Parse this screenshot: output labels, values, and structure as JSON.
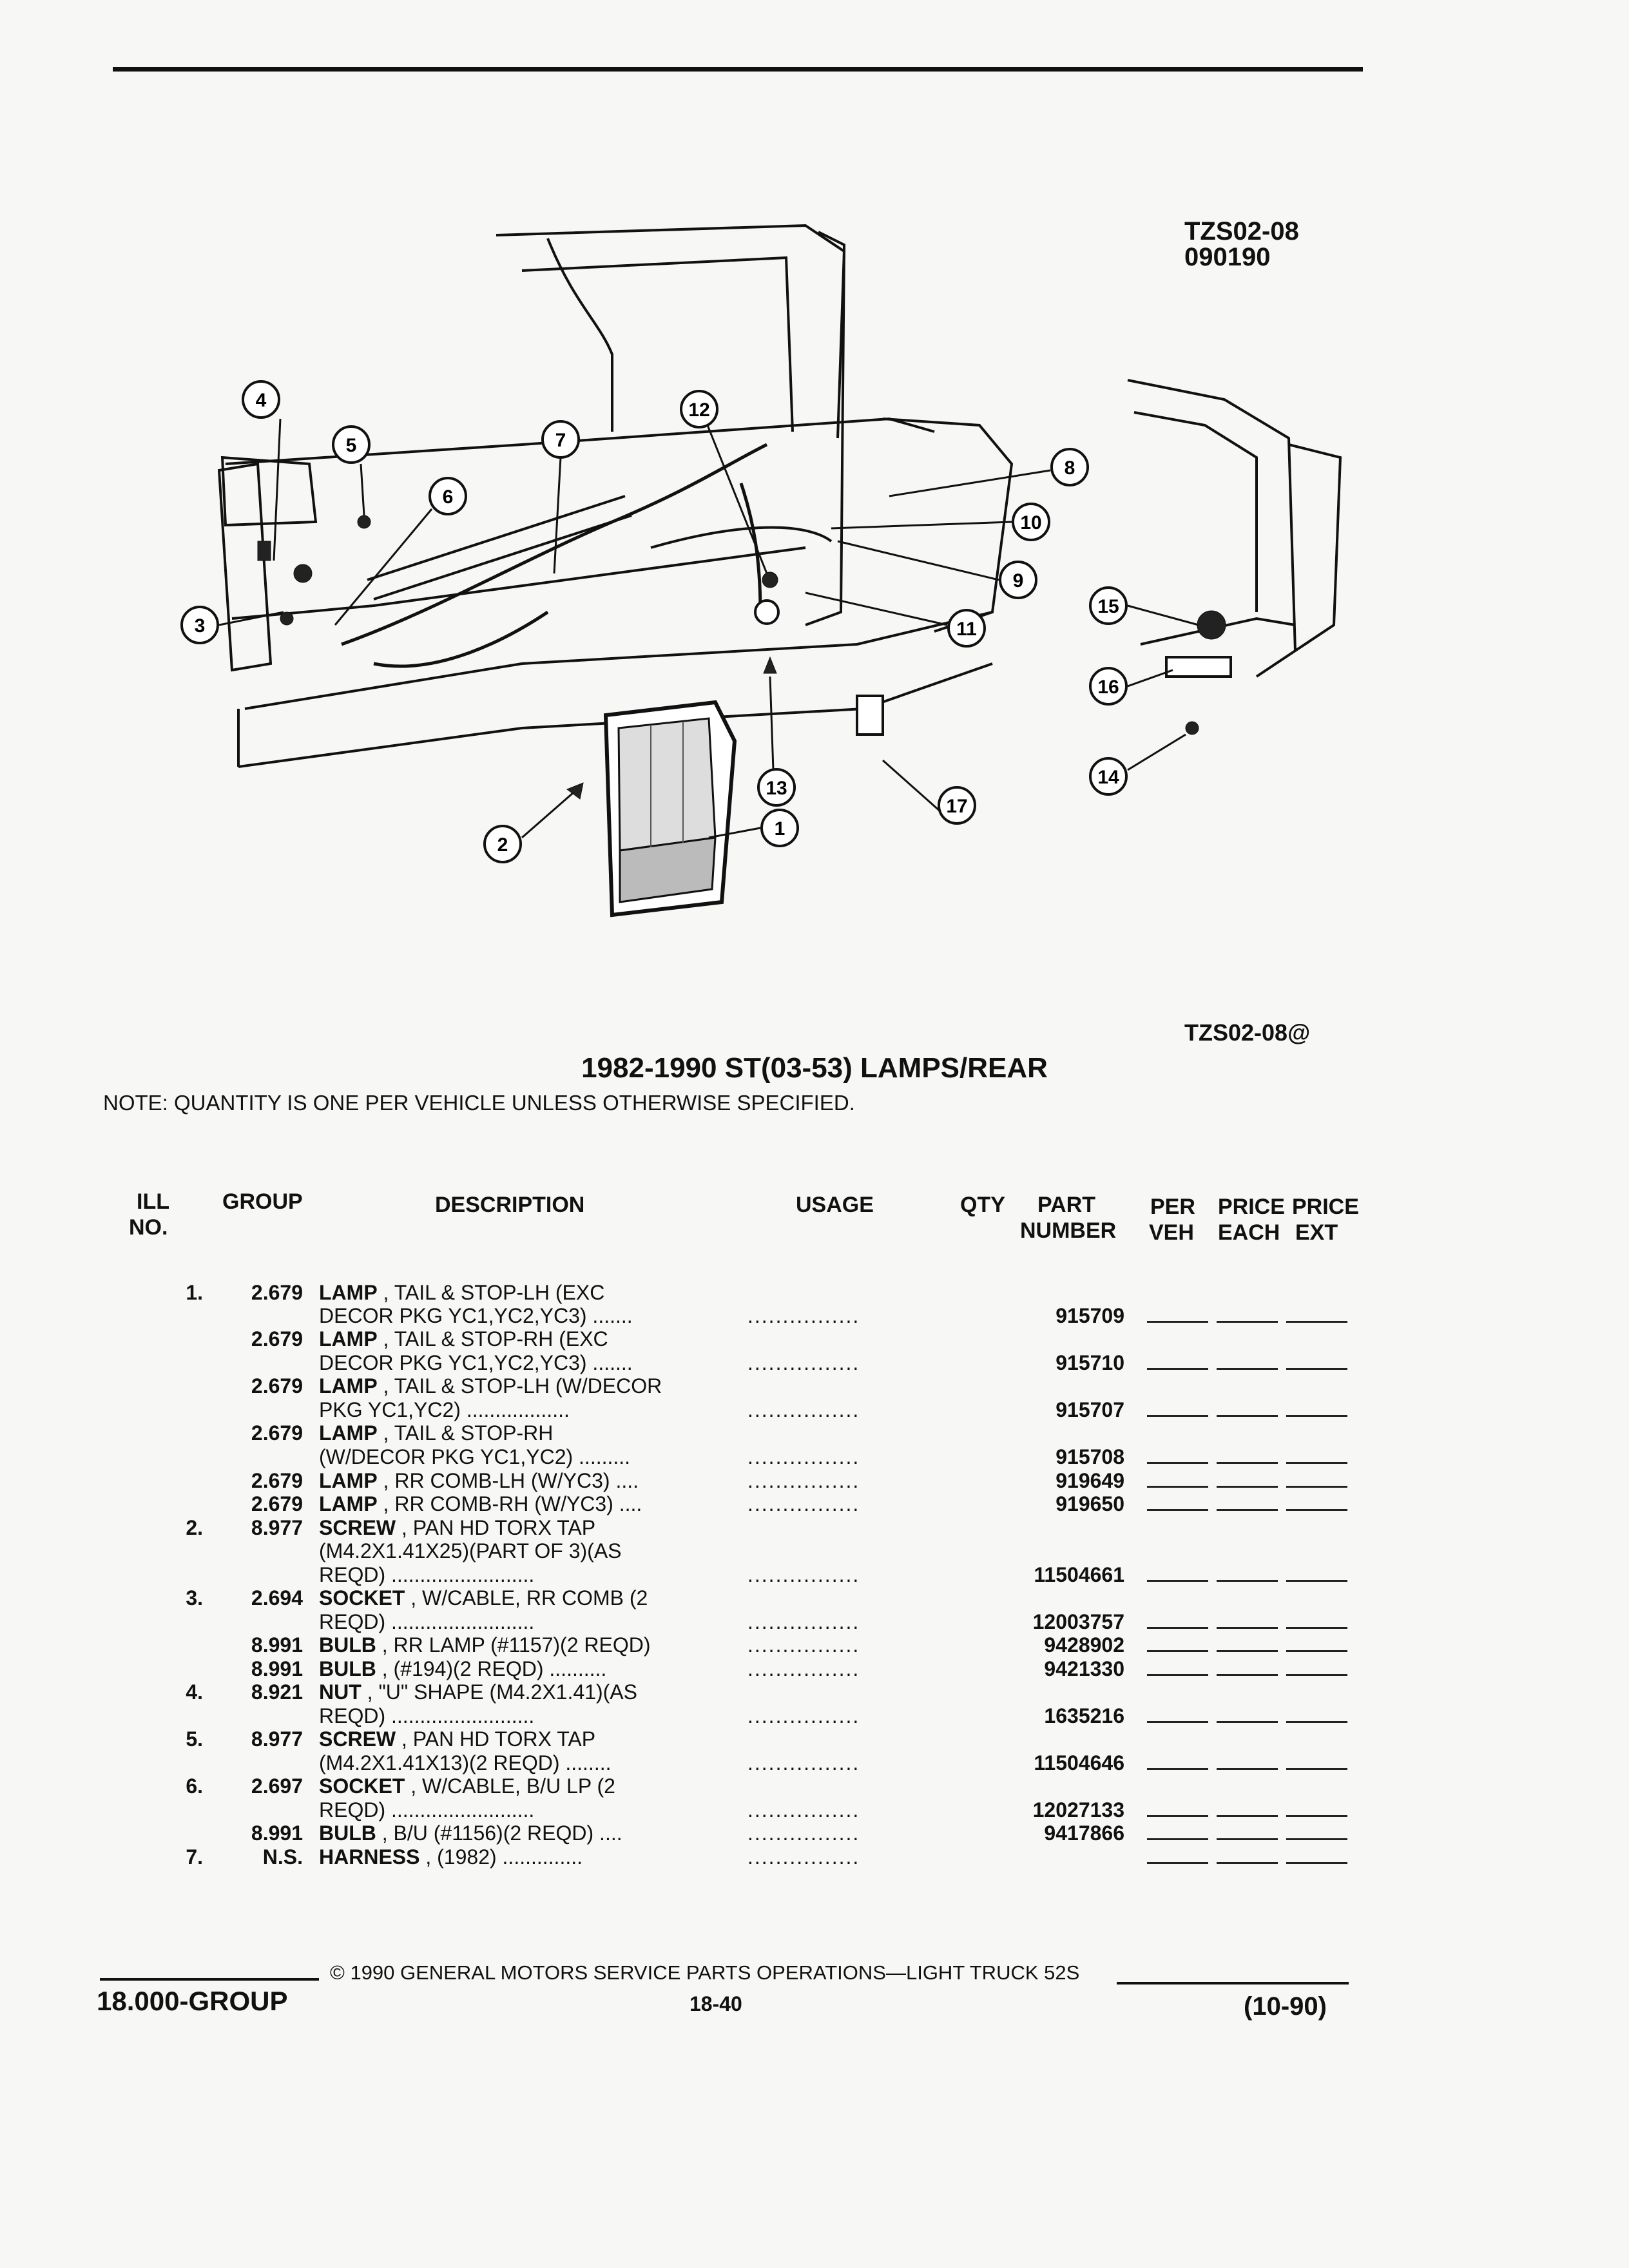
{
  "header": {
    "drawing_code": "TZS02-08",
    "drawing_date": "090190",
    "figure_code": "TZS02-08@"
  },
  "diagram": {
    "callouts": [
      "1",
      "2",
      "3",
      "4",
      "5",
      "6",
      "7",
      "8",
      "9",
      "10",
      "11",
      "12",
      "13",
      "14",
      "15",
      "16",
      "17"
    ]
  },
  "title": "1982-1990 ST(03-53) LAMPS/REAR",
  "note": "NOTE:  QUANTITY IS ONE PER VEHICLE UNLESS OTHERWISE SPECIFIED.",
  "table": {
    "headers": {
      "ill_1": "ILL",
      "ill_2": "NO.",
      "group": "GROUP",
      "description": "DESCRIPTION",
      "usage": "USAGE",
      "qty": "QTY",
      "part_1": "PART",
      "part_2": "NUMBER",
      "per_1": "PER",
      "per_2": "VEH",
      "price_each_1": "PRICE",
      "price_each_2": "EACH",
      "price_ext_1": "PRICE",
      "price_ext_2": "EXT"
    },
    "rows": [
      {
        "ill": "1.",
        "group": "2.679",
        "name": "LAMP",
        "desc": ", TAIL & STOP-LH (EXC",
        "usage": "",
        "part": ""
      },
      {
        "ill": "",
        "group": "",
        "name": "",
        "desc": "DECOR PKG YC1,YC2,YC3) .......",
        "usage": "................",
        "part": "915709"
      },
      {
        "ill": "",
        "group": "2.679",
        "name": "LAMP",
        "desc": ", TAIL & STOP-RH (EXC",
        "usage": "",
        "part": ""
      },
      {
        "ill": "",
        "group": "",
        "name": "",
        "desc": "DECOR PKG YC1,YC2,YC3) .......",
        "usage": "................",
        "part": "915710"
      },
      {
        "ill": "",
        "group": "2.679",
        "name": "LAMP",
        "desc": ", TAIL & STOP-LH (W/DECOR",
        "usage": "",
        "part": ""
      },
      {
        "ill": "",
        "group": "",
        "name": "",
        "desc": "PKG YC1,YC2) ..................",
        "usage": "................",
        "part": "915707"
      },
      {
        "ill": "",
        "group": "2.679",
        "name": "LAMP",
        "desc": ", TAIL & STOP-RH",
        "usage": "",
        "part": ""
      },
      {
        "ill": "",
        "group": "",
        "name": "",
        "desc": "(W/DECOR PKG YC1,YC2) .........",
        "usage": "................",
        "part": "915708"
      },
      {
        "ill": "",
        "group": "2.679",
        "name": "LAMP",
        "desc": ", RR COMB-LH (W/YC3) ....",
        "usage": "................",
        "part": "919649"
      },
      {
        "ill": "",
        "group": "2.679",
        "name": "LAMP",
        "desc": ", RR COMB-RH (W/YC3) ....",
        "usage": "................",
        "part": "919650"
      },
      {
        "ill": "2.",
        "group": "8.977",
        "name": "SCREW",
        "desc": ", PAN HD TORX TAP",
        "usage": "",
        "part": ""
      },
      {
        "ill": "",
        "group": "",
        "name": "",
        "desc": "(M4.2X1.41X25)(PART OF 3)(AS",
        "usage": "",
        "part": ""
      },
      {
        "ill": "",
        "group": "",
        "name": "",
        "desc": "REQD) .........................",
        "usage": "................",
        "part": "11504661"
      },
      {
        "ill": "3.",
        "group": "2.694",
        "name": "SOCKET",
        "desc": ", W/CABLE, RR COMB (2",
        "usage": "",
        "part": ""
      },
      {
        "ill": "",
        "group": "",
        "name": "",
        "desc": "REQD) .........................",
        "usage": "................",
        "part": "12003757"
      },
      {
        "ill": "",
        "group": "8.991",
        "name": "BULB",
        "desc": ", RR LAMP (#1157)(2 REQD)",
        "usage": "................",
        "part": "9428902"
      },
      {
        "ill": "",
        "group": "8.991",
        "name": "BULB",
        "desc": ", (#194)(2 REQD) ..........",
        "usage": "................",
        "part": "9421330"
      },
      {
        "ill": "4.",
        "group": "8.921",
        "name": "NUT",
        "desc": ", \"U\" SHAPE (M4.2X1.41)(AS",
        "usage": "",
        "part": ""
      },
      {
        "ill": "",
        "group": "",
        "name": "",
        "desc": "REQD) .........................",
        "usage": "................",
        "part": "1635216"
      },
      {
        "ill": "5.",
        "group": "8.977",
        "name": "SCREW",
        "desc": ", PAN HD TORX TAP",
        "usage": "",
        "part": ""
      },
      {
        "ill": "",
        "group": "",
        "name": "",
        "desc": "(M4.2X1.41X13)(2 REQD) ........",
        "usage": "................",
        "part": "11504646"
      },
      {
        "ill": "6.",
        "group": "2.697",
        "name": "SOCKET",
        "desc": ", W/CABLE, B/U LP (2",
        "usage": "",
        "part": ""
      },
      {
        "ill": "",
        "group": "",
        "name": "",
        "desc": "REQD) .........................",
        "usage": "................",
        "part": "12027133"
      },
      {
        "ill": "",
        "group": "8.991",
        "name": "BULB",
        "desc": ", B/U (#1156)(2 REQD) ....",
        "usage": "................",
        "part": "9417866"
      },
      {
        "ill": "7.",
        "group": "N.S.",
        "name": "HARNESS",
        "desc": ", (1982) ..............",
        "usage": "................",
        "part": ""
      }
    ]
  },
  "footer": {
    "copyright": "©  1990  GENERAL MOTORS SERVICE PARTS OPERATIONS—LIGHT TRUCK 52S",
    "group": "18.000-GROUP",
    "page": "18-40",
    "date": "(10-90)"
  }
}
